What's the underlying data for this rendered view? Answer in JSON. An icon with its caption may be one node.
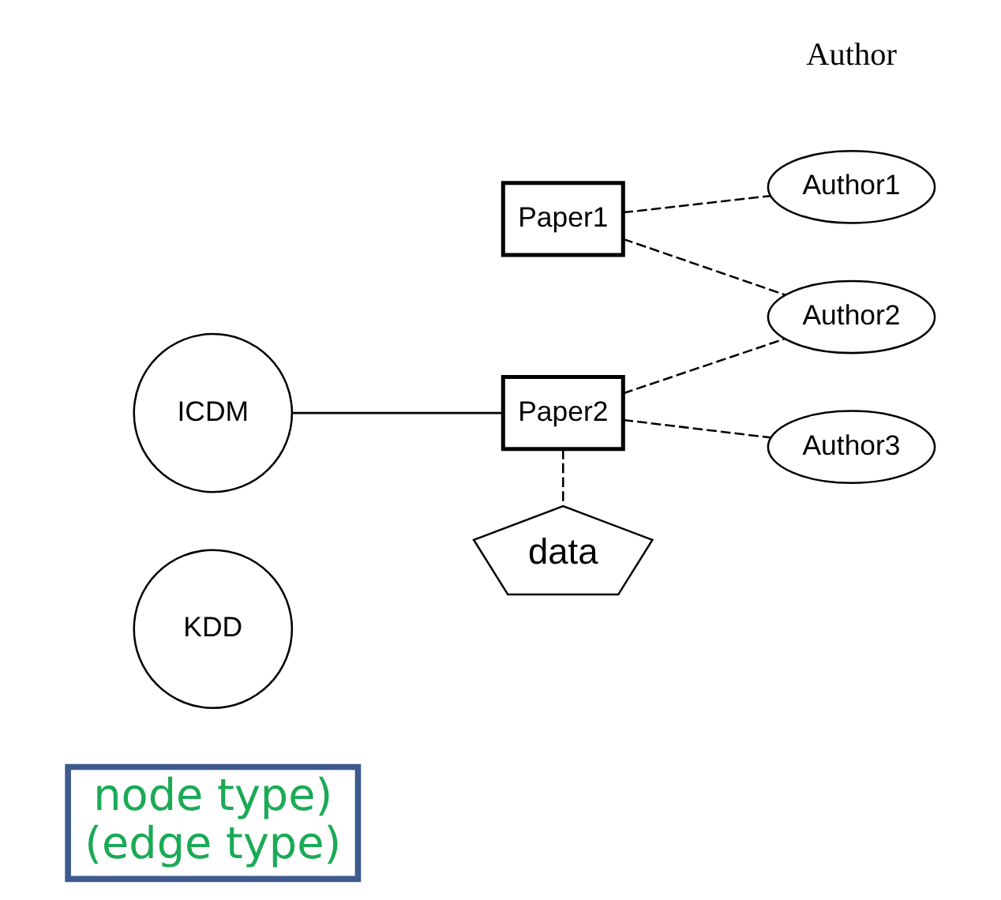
{
  "diagram": {
    "nodes": [
      {
        "text": [
          "node type)",
          "(edge type)"
        ]
      },
      {
        "text": [
          "KDD"
        ]
      },
      {
        "text": [
          "Paper1"
        ]
      },
      {
        "text": [
          "Author1"
        ]
      },
      {
        "text": [
          "Author2"
        ]
      },
      {
        "text": [
          "ICDM"
        ]
      },
      {
        "text": [
          "Paper2"
        ]
      },
      {
        "text": [
          "Author3"
        ]
      },
      {
        "text": [
          "data"
        ]
      }
    ],
    "edges": [
      {
        "from": 2,
        "to": 3,
        "arrow": "none",
        "style": "dashed"
      },
      {
        "from": 2,
        "to": 4,
        "arrow": "none",
        "style": "dashed"
      },
      {
        "from": 5,
        "to": 6,
        "arrow": "none"
      },
      {
        "from": 6,
        "to": 4,
        "arrow": "none",
        "style": "dashed"
      },
      {
        "from": 6,
        "to": 7,
        "arrow": "none",
        "style": "dashed"
      },
      {
        "from": 6,
        "to": 8,
        "arrow": "none",
        "style": "dashed"
      }
    ],
    "labels": [
      "Author"
    ]
  }
}
